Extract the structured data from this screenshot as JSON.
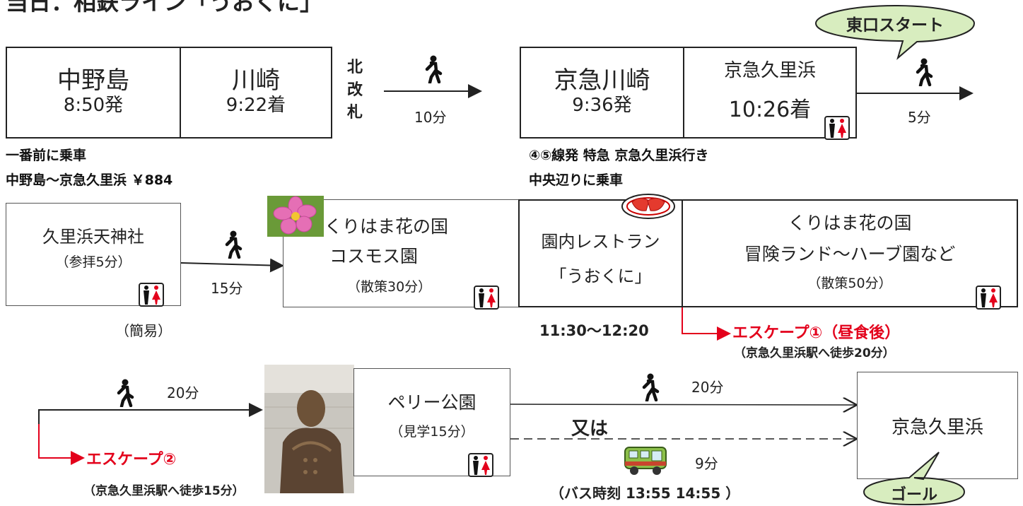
{
  "header": {
    "title": "当日：相鉄ライン「うおくに」"
  },
  "callouts": {
    "start": "東口スタート",
    "goal": "ゴール"
  },
  "row1": {
    "nakanoshima": {
      "name": "中野島",
      "time": "8:50発"
    },
    "kawasaki": {
      "name": "川崎",
      "time": "9:22着"
    },
    "exit": [
      "北",
      "改",
      "札"
    ],
    "walk1": "10分",
    "keikyu_kawasaki": {
      "name": "京急川崎",
      "time": "9:36発"
    },
    "kurihama": {
      "name": "京急久里浜",
      "time": "10:26着"
    },
    "walk2": "5分",
    "note_left_1": "一番前に乗車",
    "note_left_2": "中野島～京急久里浜 ￥884",
    "note_right_1": "④⑤線発 特急 京急久里浜行き",
    "note_right_2": "中央辺りに乗車"
  },
  "row2": {
    "shrine": {
      "name": "久里浜天神社",
      "detail": "（参拝5分）",
      "note": "（簡易）"
    },
    "walk": "15分",
    "cosmos": {
      "line1": "くりはま花の国",
      "line2": "コスモス園",
      "detail": "（散策30分）"
    },
    "restaurant": {
      "line1": "園内レストラン",
      "line2": "「うおくに」",
      "time": "11:30〜12:20"
    },
    "adventure": {
      "line1": "くりはま花の国",
      "line2": "冒険ランド～ハーブ園など",
      "detail": "（散策50分）"
    },
    "escape1": "エスケープ①（昼食後）",
    "escape1_note": "（京急久里浜駅へ徒歩20分）"
  },
  "row3": {
    "walk": "20分",
    "escape2": "エスケープ②",
    "escape2_note": "（京急久里浜駅へ徒歩15分）",
    "perry": {
      "name": "ペリー公園",
      "detail": "（見学15分）"
    },
    "walk_goal": "20分",
    "or": "又は",
    "bus_time": "9分",
    "bus_schedule": "（バス時刻 13:55 14:55 ）",
    "goal_station": "京急久里浜"
  },
  "colors": {
    "escape_red": "#e3001b",
    "line": "#222222"
  }
}
